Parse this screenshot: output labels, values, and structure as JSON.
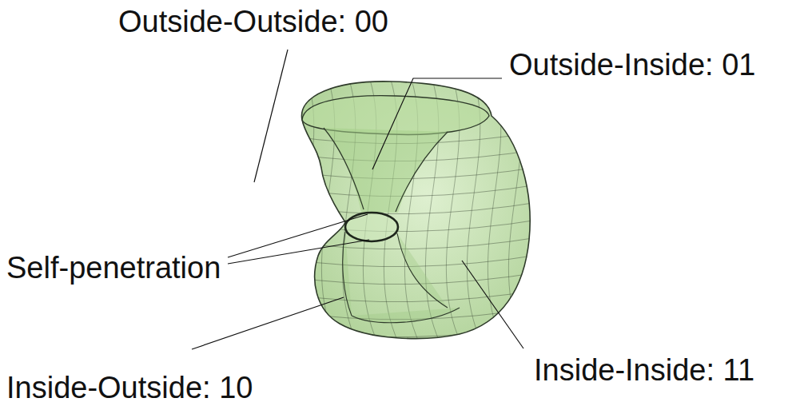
{
  "diagram": {
    "labels": [
      "Outside-Outside: 00",
      "Outside-Inside: 01",
      "Self-penetration",
      "Inside-Inside: 11",
      "Inside-Outside: 10"
    ]
  }
}
